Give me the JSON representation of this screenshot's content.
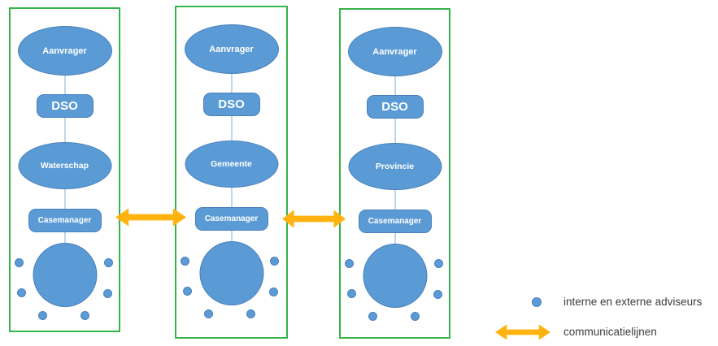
{
  "colors": {
    "shape_fill": "#5B9BD5",
    "shape_border": "#4A80BD",
    "frame_green": "#35B44A",
    "arrow_gold": "#FFB30F",
    "connector_blue": "#BDD7EE",
    "legend_text": "#3C3C3C"
  },
  "columns": [
    {
      "applicant": "Aanvrager",
      "dso": "DSO",
      "authority": "Waterschap",
      "casemanager": "Casemanager"
    },
    {
      "applicant": "Aanvrager",
      "dso": "DSO",
      "authority": "Gemeente",
      "casemanager": "Casemanager"
    },
    {
      "applicant": "Aanvrager",
      "dso": "DSO",
      "authority": "Provincie",
      "casemanager": "Casemanager"
    }
  ],
  "legend": {
    "advisors_label": "interne en externe adviseurs",
    "communication_label": "communicatielijnen"
  }
}
